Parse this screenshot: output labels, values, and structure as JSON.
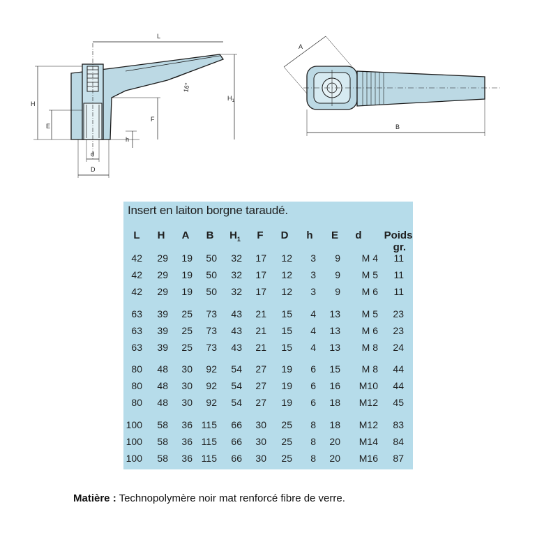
{
  "drawing_side": {
    "dimension_labels": {
      "L": "L",
      "H": "H",
      "H1": "H",
      "H1_sub": "1",
      "E": "E",
      "F": "F",
      "h": "h",
      "d": "d",
      "D": "D",
      "angle": "16°"
    }
  },
  "drawing_top": {
    "dimension_labels": {
      "A": "A",
      "B": "B"
    }
  },
  "table": {
    "title": "Insert en laiton borgne taraudé.",
    "headers": [
      "L",
      "H",
      "A",
      "B",
      "H",
      "F",
      "D",
      "h",
      "E",
      "d"
    ],
    "h1_subscript": "1",
    "poids_header_line1": "Poids",
    "poids_header_line2": "gr.",
    "rows": [
      [
        "42",
        "29",
        "19",
        "50",
        "32",
        "17",
        "12",
        "3",
        "9",
        "M 4",
        "11"
      ],
      [
        "42",
        "29",
        "19",
        "50",
        "32",
        "17",
        "12",
        "3",
        "9",
        "M 5",
        "11"
      ],
      [
        "42",
        "29",
        "19",
        "50",
        "32",
        "17",
        "12",
        "3",
        "9",
        "M 6",
        "11"
      ],
      [
        "63",
        "39",
        "25",
        "73",
        "43",
        "21",
        "15",
        "4",
        "13",
        "M 5",
        "23"
      ],
      [
        "63",
        "39",
        "25",
        "73",
        "43",
        "21",
        "15",
        "4",
        "13",
        "M 6",
        "23"
      ],
      [
        "63",
        "39",
        "25",
        "73",
        "43",
        "21",
        "15",
        "4",
        "13",
        "M 8",
        "24"
      ],
      [
        "80",
        "48",
        "30",
        "92",
        "54",
        "27",
        "19",
        "6",
        "15",
        "M 8",
        "44"
      ],
      [
        "80",
        "48",
        "30",
        "92",
        "54",
        "27",
        "19",
        "6",
        "16",
        "M10",
        "44"
      ],
      [
        "80",
        "48",
        "30",
        "92",
        "54",
        "27",
        "19",
        "6",
        "18",
        "M12",
        "45"
      ],
      [
        "100",
        "58",
        "36",
        "115",
        "66",
        "30",
        "25",
        "8",
        "18",
        "M12",
        "83"
      ],
      [
        "100",
        "58",
        "36",
        "115",
        "66",
        "30",
        "25",
        "8",
        "20",
        "M14",
        "84"
      ],
      [
        "100",
        "58",
        "36",
        "115",
        "66",
        "30",
        "25",
        "8",
        "20",
        "M16",
        "87"
      ]
    ]
  },
  "note": {
    "label": "Matière :",
    "text": " Technopolymère noir mat renforcé fibre de verre."
  },
  "colors": {
    "table_bg": "#b6dcea",
    "part_fill": "#bcd9e4",
    "line": "#1a1a1a"
  }
}
